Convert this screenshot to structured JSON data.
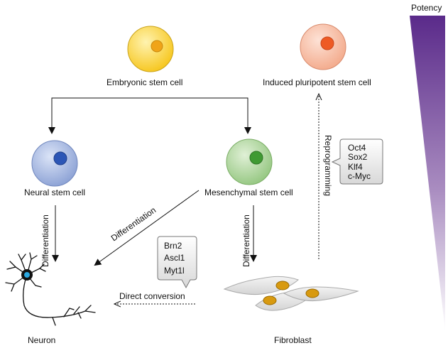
{
  "potency": {
    "label": "Potency",
    "gradient_top": "#5a2a8a",
    "gradient_bottom": "#ffffff"
  },
  "cells": {
    "embryonic": {
      "label": "Embryonic stem cell",
      "fill": "#f6c51a",
      "nucleus": "#f0a418"
    },
    "ipsc": {
      "label": "Induced pluripotent stem cell",
      "fill": "#f3a98a",
      "nucleus": "#ee5a24"
    },
    "neural": {
      "label": "Neural stem cell",
      "fill": "#93a8d9",
      "nucleus": "#2c56b6"
    },
    "mesenchymal": {
      "label": "Mesenchymal stem cell",
      "fill": "#9ccb8a",
      "nucleus": "#3f9a32"
    },
    "neuron": {
      "label": "Neuron"
    },
    "fibroblast": {
      "label": "Fibroblast"
    }
  },
  "arrows": {
    "differentiation_left": "Differentiation",
    "differentiation_diagonal": "Differentiation",
    "differentiation_right": "Differentiation",
    "reprogramming": "Reprogramming",
    "direct_conversion": "Direct conversion"
  },
  "factor_boxes": {
    "reprogramming_factors": [
      "Oct4",
      "Sox2",
      "Klf4",
      "c-Myc"
    ],
    "conversion_factors": [
      "Brn2",
      "Ascl1",
      "Myt1l"
    ]
  }
}
